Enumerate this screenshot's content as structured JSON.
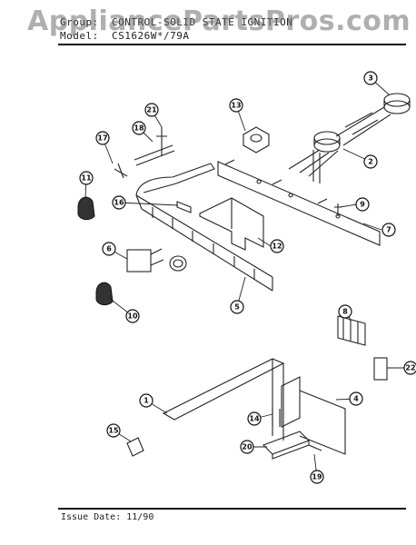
{
  "header": {
    "group_line": "Group:  CONTROL-SOLID STATE IGNITION",
    "model_line": "Model:  CS1626W*/79A"
  },
  "watermark": "AppliancePartsPros.com",
  "footer": {
    "issue_date": "Issue Date: 11/90"
  },
  "callouts": [
    "1",
    "2",
    "3",
    "4",
    "5",
    "6",
    "7",
    "8",
    "9",
    "10",
    "11",
    "12",
    "13",
    "14",
    "15",
    "16",
    "17",
    "18",
    "19",
    "20",
    "21",
    "22"
  ]
}
